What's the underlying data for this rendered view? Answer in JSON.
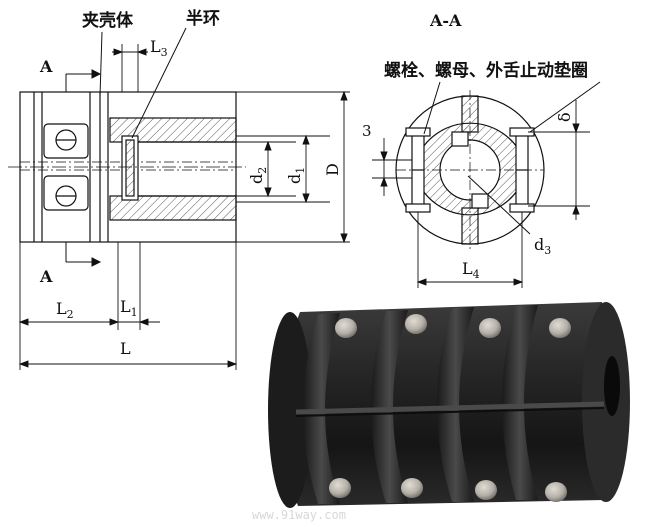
{
  "labels": {
    "clamp_shell": "夹壳体",
    "half_ring": "半环",
    "section_title": "A-A",
    "fasteners": "螺栓、螺母、外舌止动垫圈",
    "section_mark_top": "A",
    "section_mark_bottom": "A"
  },
  "dims": {
    "L": "L",
    "L1": "L",
    "L1_sub": "1",
    "L2": "L",
    "L2_sub": "2",
    "L3": "L",
    "L3_sub": "3",
    "L4": "L",
    "L4_sub": "4",
    "d1": "d",
    "d1_sub": "1",
    "d2": "d",
    "d2_sub": "2",
    "d3": "d",
    "d3_sub": "3",
    "D": "D",
    "three": "3",
    "delta": "δ"
  },
  "watermark": "www.91way.com",
  "colors": {
    "line": "#111111",
    "hatch": "#555555",
    "photo_dark": "#1e1e1e",
    "photo_mid": "#3a3a3a",
    "bolt_head": "#b9b4ac"
  }
}
